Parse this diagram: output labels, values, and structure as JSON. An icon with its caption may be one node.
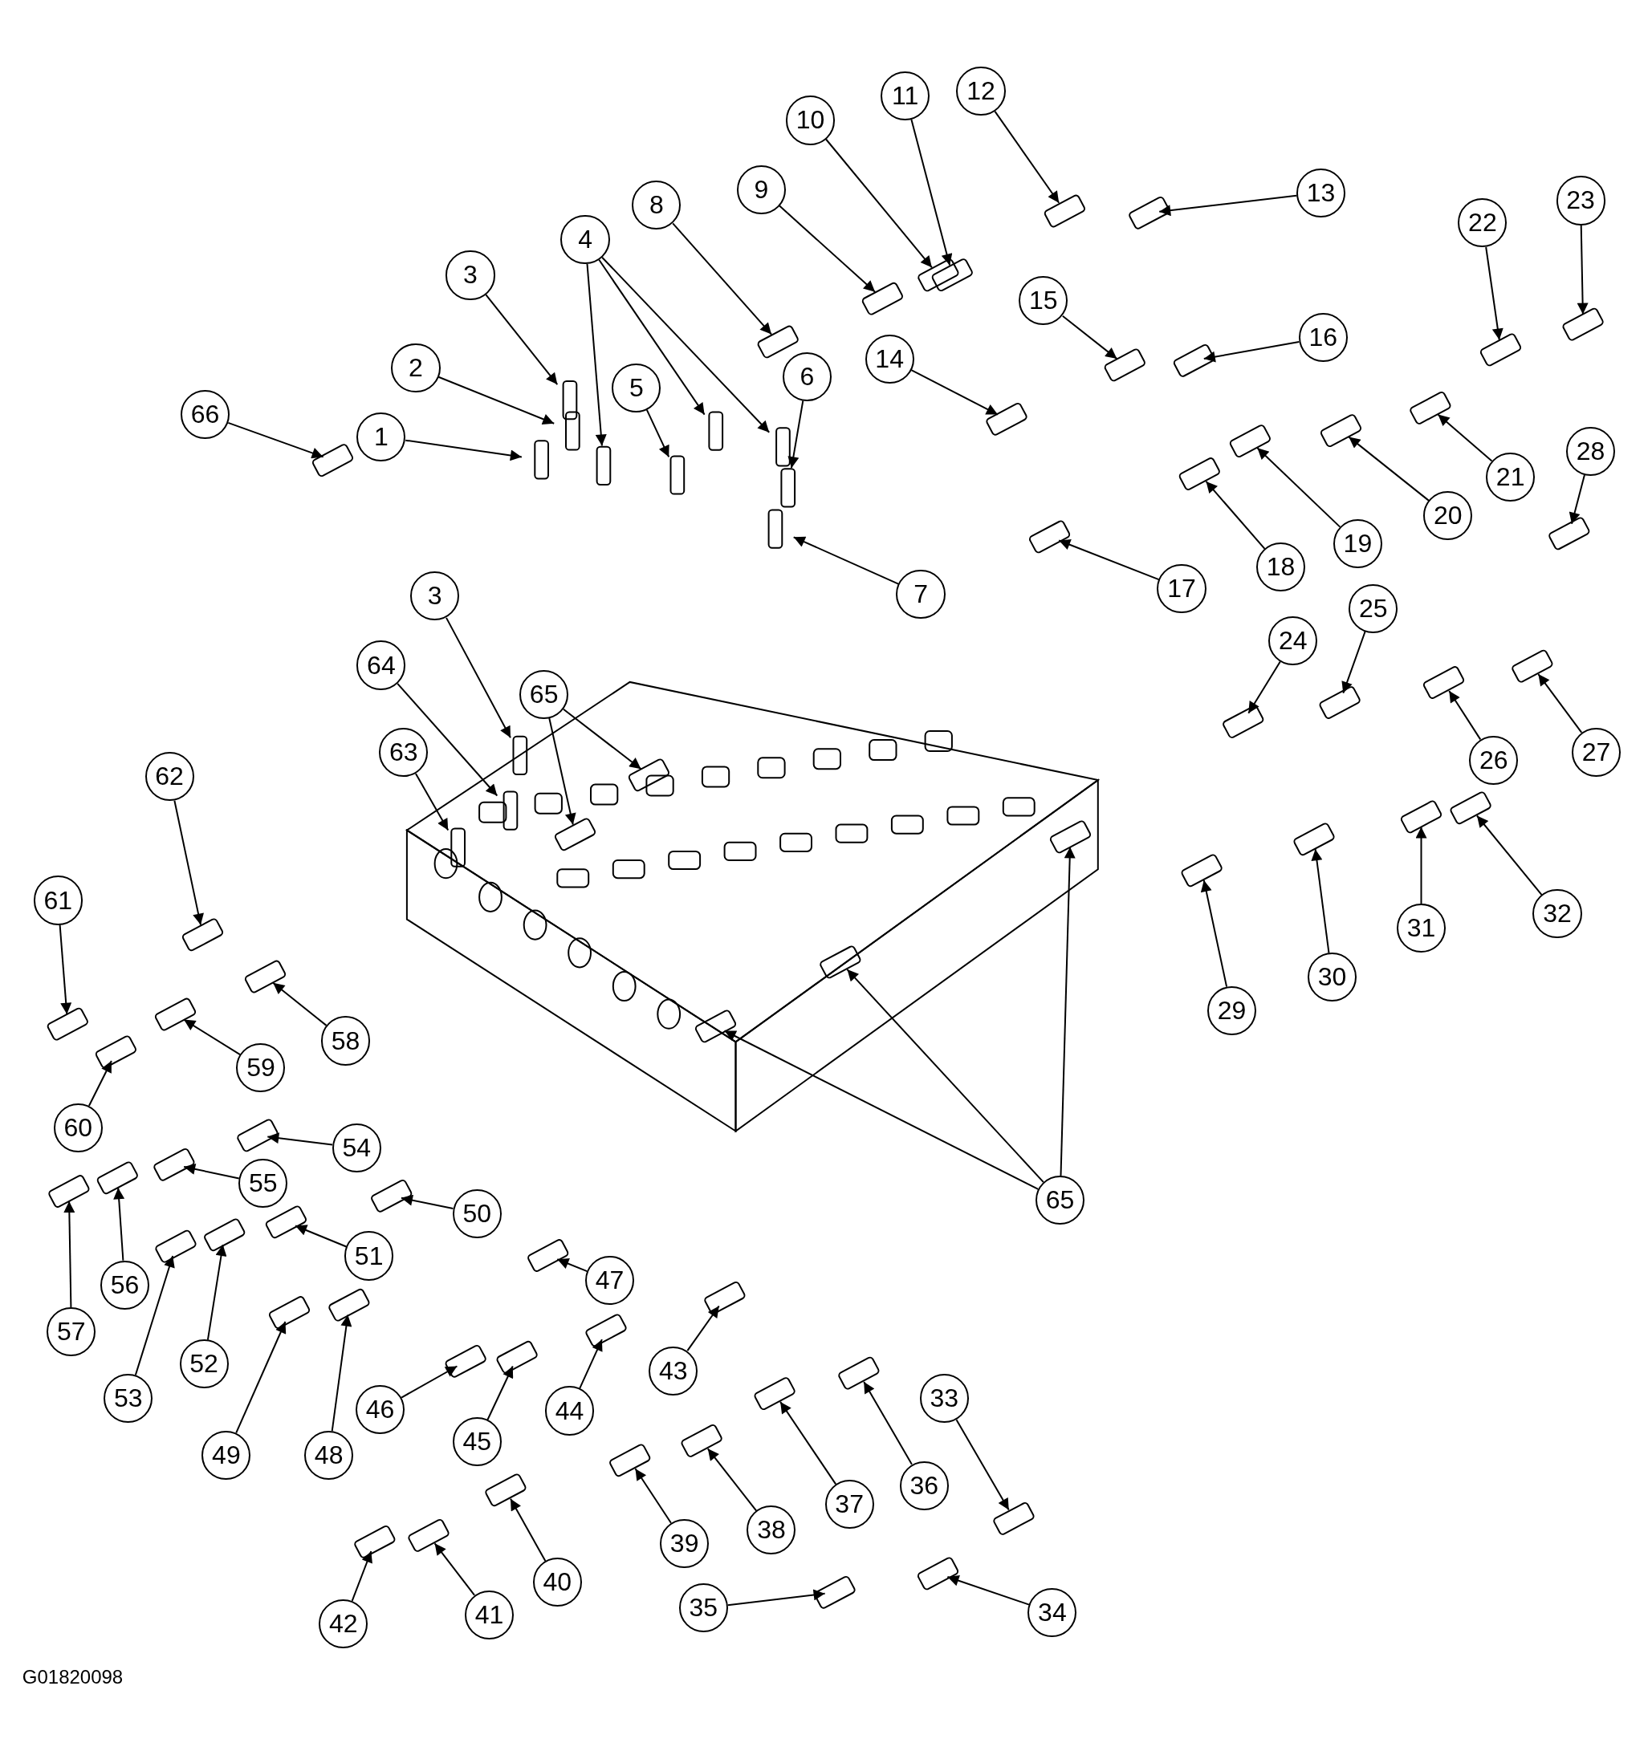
{
  "diagram": {
    "nodes": [
      {
        "text": [
          "1"
        ]
      },
      {
        "text": [
          "2"
        ]
      },
      {
        "text": [
          "3"
        ]
      },
      {
        "text": [
          "3"
        ]
      },
      {
        "text": [
          "4"
        ]
      },
      {
        "text": [
          "5"
        ]
      },
      {
        "text": [
          "6"
        ]
      },
      {
        "text": [
          "7"
        ]
      },
      {
        "text": [
          "8"
        ]
      },
      {
        "text": [
          "9"
        ]
      },
      {
        "text": [
          "10"
        ]
      },
      {
        "text": [
          "11"
        ]
      },
      {
        "text": [
          "12"
        ]
      },
      {
        "text": [
          "13"
        ]
      },
      {
        "text": [
          "14"
        ]
      },
      {
        "text": [
          "15"
        ]
      },
      {
        "text": [
          "16"
        ]
      },
      {
        "text": [
          "17"
        ]
      },
      {
        "text": [
          "18"
        ]
      },
      {
        "text": [
          "19"
        ]
      },
      {
        "text": [
          "20"
        ]
      },
      {
        "text": [
          "21"
        ]
      },
      {
        "text": [
          "22"
        ]
      },
      {
        "text": [
          "23"
        ]
      },
      {
        "text": [
          "24"
        ]
      },
      {
        "text": [
          "25"
        ]
      },
      {
        "text": [
          "26"
        ]
      },
      {
        "text": [
          "27"
        ]
      },
      {
        "text": [
          "28"
        ]
      },
      {
        "text": [
          "29"
        ]
      },
      {
        "text": [
          "30"
        ]
      },
      {
        "text": [
          "31"
        ]
      },
      {
        "text": [
          "32"
        ]
      },
      {
        "text": [
          "33"
        ]
      },
      {
        "text": [
          "34"
        ]
      },
      {
        "text": [
          "35"
        ]
      },
      {
        "text": [
          "36"
        ]
      },
      {
        "text": [
          "37"
        ]
      },
      {
        "text": [
          "38"
        ]
      },
      {
        "text": [
          "39"
        ]
      },
      {
        "text": [
          "40"
        ]
      },
      {
        "text": [
          "41"
        ]
      },
      {
        "text": [
          "42"
        ]
      },
      {
        "text": [
          "43"
        ]
      },
      {
        "text": [
          "44"
        ]
      },
      {
        "text": [
          "45"
        ]
      },
      {
        "text": [
          "46"
        ]
      },
      {
        "text": [
          "47"
        ]
      },
      {
        "text": [
          "48"
        ]
      },
      {
        "text": [
          "49"
        ]
      },
      {
        "text": [
          "50"
        ]
      },
      {
        "text": [
          "51"
        ]
      },
      {
        "text": [
          "52"
        ]
      },
      {
        "text": [
          "53"
        ]
      },
      {
        "text": [
          "54"
        ]
      },
      {
        "text": [
          "55"
        ]
      },
      {
        "text": [
          "56"
        ]
      },
      {
        "text": [
          "57"
        ]
      },
      {
        "text": [
          "58"
        ]
      },
      {
        "text": [
          "59"
        ]
      },
      {
        "text": [
          "60"
        ]
      },
      {
        "text": [
          "61"
        ]
      },
      {
        "text": [
          "62"
        ]
      },
      {
        "text": [
          "63"
        ]
      },
      {
        "text": [
          "64"
        ]
      },
      {
        "text": [
          "65"
        ]
      },
      {
        "text": [
          "65"
        ]
      },
      {
        "text": [
          "66"
        ]
      },
      {
        "text": [],
        "shape": "box"
      },
      {
        "text": [],
        "shape": "box"
      },
      {
        "text": [],
        "shape": "box"
      },
      {
        "text": [],
        "shape": "box"
      },
      {
        "text": [],
        "shape": "box"
      },
      {
        "text": [],
        "shape": "box"
      },
      {
        "text": [],
        "shape": "box"
      },
      {
        "text": [],
        "shape": "box"
      },
      {
        "text": [],
        "shape": "box"
      },
      {
        "text": [],
        "shape": "box"
      },
      {
        "text": [],
        "shape": "box"
      },
      {
        "text": [],
        "shape": "box"
      },
      {
        "text": [],
        "shape": "box"
      },
      {
        "text": [],
        "shape": "box"
      },
      {
        "text": [],
        "shape": "box"
      },
      {
        "text": [],
        "shape": "box"
      },
      {
        "text": [],
        "shape": "box"
      },
      {
        "text": [],
        "shape": "box"
      },
      {
        "text": [],
        "shape": "box"
      },
      {
        "text": [],
        "shape": "box"
      },
      {
        "text": [],
        "shape": "box"
      },
      {
        "text": [],
        "shape": "box"
      },
      {
        "text": [],
        "shape": "box"
      },
      {
        "text": [],
        "shape": "box"
      },
      {
        "text": [],
        "shape": "box"
      },
      {
        "text": [],
        "shape": "box"
      },
      {
        "text": [],
        "shape": "box"
      },
      {
        "text": [],
        "shape": "box"
      },
      {
        "text": [],
        "shape": "box"
      },
      {
        "text": [],
        "shape": "box"
      },
      {
        "text": [],
        "shape": "box"
      },
      {
        "text": [],
        "shape": "box"
      },
      {
        "text": [],
        "shape": "box"
      },
      {
        "text": [],
        "shape": "box"
      },
      {
        "text": [],
        "shape": "box"
      },
      {
        "text": [],
        "shape": "box"
      },
      {
        "text": [],
        "shape": "box"
      },
      {
        "text": [],
        "shape": "box"
      },
      {
        "text": [],
        "shape": "box"
      },
      {
        "text": [],
        "shape": "box"
      },
      {
        "text": [],
        "shape": "box"
      },
      {
        "text": [],
        "shape": "box"
      },
      {
        "text": [],
        "shape": "box"
      },
      {
        "text": [],
        "shape": "box"
      },
      {
        "text": [],
        "shape": "box"
      },
      {
        "text": [],
        "shape": "box"
      },
      {
        "text": [],
        "shape": "box"
      },
      {
        "text": [],
        "shape": "box"
      },
      {
        "text": [],
        "shape": "box"
      },
      {
        "text": [],
        "shape": "box"
      },
      {
        "text": [],
        "shape": "box"
      },
      {
        "text": [],
        "shape": "box"
      },
      {
        "text": [],
        "shape": "box"
      },
      {
        "text": [],
        "shape": "box"
      },
      {
        "text": [],
        "shape": "box"
      },
      {
        "text": [],
        "shape": "box"
      },
      {
        "text": [],
        "shape": "box"
      },
      {
        "text": [],
        "shape": "box"
      },
      {
        "text": [],
        "shape": "box"
      },
      {
        "text": [],
        "shape": "box"
      },
      {
        "text": [],
        "shape": "box"
      },
      {
        "text": [],
        "shape": "box"
      },
      {
        "text": [],
        "shape": "box"
      },
      {
        "text": [],
        "shape": "box"
      },
      {
        "text": [],
        "shape": "box"
      },
      {
        "text": [],
        "shape": "box"
      },
      {
        "text": [],
        "shape": "box"
      },
      {
        "text": [],
        "shape": "box"
      },
      {
        "text": [],
        "shape": "box"
      },
      {
        "text": [],
        "shape": "box"
      },
      {
        "text": [],
        "shape": "box"
      },
      {
        "text": [],
        "shape": "box"
      },
      {
        "text": [],
        "shape": "box"
      }
    ],
    "edges": [
      {
        "from": 0,
        "to": 68,
        "arrow": "to"
      },
      {
        "from": 1,
        "to": 69,
        "arrow": "to"
      },
      {
        "from": 2,
        "to": 70,
        "arrow": "to"
      },
      {
        "from": 3,
        "to": 71,
        "arrow": "to"
      },
      {
        "from": 4,
        "to": 72,
        "arrow": "to"
      },
      {
        "from": 4,
        "to": 73,
        "arrow": "to"
      },
      {
        "from": 4,
        "to": 74,
        "arrow": "to"
      },
      {
        "from": 5,
        "to": 75,
        "arrow": "to"
      },
      {
        "from": 6,
        "to": 76,
        "arrow": "to"
      },
      {
        "from": 7,
        "to": 77,
        "arrow": "to"
      },
      {
        "from": 8,
        "to": 78,
        "arrow": "to"
      },
      {
        "from": 9,
        "to": 79,
        "arrow": "to"
      },
      {
        "from": 10,
        "to": 80,
        "arrow": "to"
      },
      {
        "from": 11,
        "to": 81,
        "arrow": "to"
      },
      {
        "from": 12,
        "to": 82,
        "arrow": "to"
      },
      {
        "from": 13,
        "to": 83,
        "arrow": "to"
      },
      {
        "from": 14,
        "to": 84,
        "arrow": "to"
      },
      {
        "from": 15,
        "to": 85,
        "arrow": "to"
      },
      {
        "from": 16,
        "to": 86,
        "arrow": "to"
      },
      {
        "from": 17,
        "to": 87,
        "arrow": "to"
      },
      {
        "from": 18,
        "to": 88,
        "arrow": "to"
      },
      {
        "from": 19,
        "to": 89,
        "arrow": "to"
      },
      {
        "from": 20,
        "to": 90,
        "arrow": "to"
      },
      {
        "from": 21,
        "to": 91,
        "arrow": "to"
      },
      {
        "from": 22,
        "to": 92,
        "arrow": "to"
      },
      {
        "from": 23,
        "to": 93,
        "arrow": "to"
      },
      {
        "from": 24,
        "to": 94,
        "arrow": "to"
      },
      {
        "from": 25,
        "to": 95,
        "arrow": "to"
      },
      {
        "from": 26,
        "to": 96,
        "arrow": "to"
      },
      {
        "from": 27,
        "to": 97,
        "arrow": "to"
      },
      {
        "from": 28,
        "to": 98,
        "arrow": "to"
      },
      {
        "from": 29,
        "to": 99,
        "arrow": "to"
      },
      {
        "from": 30,
        "to": 100,
        "arrow": "to"
      },
      {
        "from": 31,
        "to": 101,
        "arrow": "to"
      },
      {
        "from": 32,
        "to": 102,
        "arrow": "to"
      },
      {
        "from": 33,
        "to": 103,
        "arrow": "to"
      },
      {
        "from": 34,
        "to": 104,
        "arrow": "to"
      },
      {
        "from": 35,
        "to": 105,
        "arrow": "to"
      },
      {
        "from": 36,
        "to": 106,
        "arrow": "to"
      },
      {
        "from": 37,
        "to": 107,
        "arrow": "to"
      },
      {
        "from": 38,
        "to": 108,
        "arrow": "to"
      },
      {
        "from": 39,
        "to": 109,
        "arrow": "to"
      },
      {
        "from": 40,
        "to": 110,
        "arrow": "to"
      },
      {
        "from": 41,
        "to": 111,
        "arrow": "to"
      },
      {
        "from": 42,
        "to": 112,
        "arrow": "to"
      },
      {
        "from": 43,
        "to": 113,
        "arrow": "to"
      },
      {
        "from": 44,
        "to": 114,
        "arrow": "to"
      },
      {
        "from": 45,
        "to": 115,
        "arrow": "to"
      },
      {
        "from": 46,
        "to": 116,
        "arrow": "to"
      },
      {
        "from": 47,
        "to": 117,
        "arrow": "to"
      },
      {
        "from": 48,
        "to": 118,
        "arrow": "to"
      },
      {
        "from": 49,
        "to": 119,
        "arrow": "to"
      },
      {
        "from": 50,
        "to": 120,
        "arrow": "to"
      },
      {
        "from": 51,
        "to": 121,
        "arrow": "to"
      },
      {
        "from": 52,
        "to": 122,
        "arrow": "to"
      },
      {
        "from": 53,
        "to": 123,
        "arrow": "to"
      },
      {
        "from": 54,
        "to": 124,
        "arrow": "to"
      },
      {
        "from": 55,
        "to": 125,
        "arrow": "to"
      },
      {
        "from": 56,
        "to": 126,
        "arrow": "to"
      },
      {
        "from": 57,
        "to": 127,
        "arrow": "to"
      },
      {
        "from": 58,
        "to": 128,
        "arrow": "to"
      },
      {
        "from": 59,
        "to": 129,
        "arrow": "to"
      },
      {
        "from": 60,
        "to": 130,
        "arrow": "to"
      },
      {
        "from": 61,
        "to": 131,
        "arrow": "to"
      },
      {
        "from": 62,
        "to": 132,
        "arrow": "to"
      },
      {
        "from": 63,
        "to": 133,
        "arrow": "to"
      },
      {
        "from": 64,
        "to": 134,
        "arrow": "to"
      },
      {
        "from": 65,
        "to": 135,
        "arrow": "to"
      },
      {
        "from": 65,
        "to": 136,
        "arrow": "to"
      },
      {
        "from": 66,
        "to": 137,
        "arrow": "to"
      },
      {
        "from": 66,
        "to": 138,
        "arrow": "to"
      },
      {
        "from": 66,
        "to": 139,
        "arrow": "to"
      },
      {
        "from": 67,
        "to": 140,
        "arrow": "to"
      }
    ],
    "labels": [
      "G01820098"
    ]
  }
}
